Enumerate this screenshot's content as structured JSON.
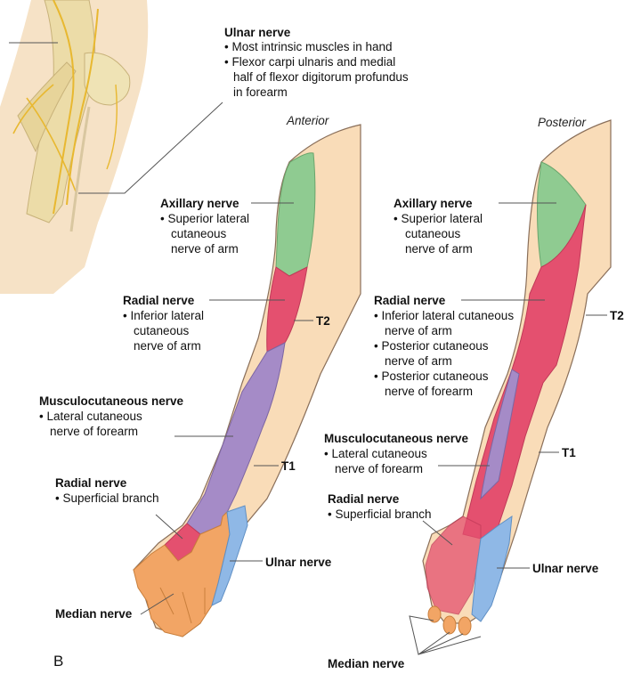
{
  "figure_label": "B",
  "views": {
    "anterior": "Anterior",
    "posterior": "Posterior"
  },
  "inset": {
    "title": "Ulnar nerve",
    "bullets": [
      "• Most intrinsic muscles in hand",
      "• Flexor carpi ulnaris and medial",
      "half of flexor digitorum profundus",
      "in forearm"
    ]
  },
  "anterior_labels": {
    "axillary": {
      "title": "Axillary nerve",
      "lines": [
        "• Superior lateral",
        "cutaneous",
        "nerve of arm"
      ]
    },
    "radial": {
      "title": "Radial nerve",
      "lines": [
        "• Inferior lateral",
        "cutaneous",
        "nerve of arm"
      ]
    },
    "musculocutaneous": {
      "title": "Musculocutaneous nerve",
      "lines": [
        "• Lateral cutaneous",
        "nerve of forearm"
      ]
    },
    "radial_superficial": {
      "title": "Radial nerve",
      "lines": [
        "• Superficial branch"
      ]
    },
    "median": "Median nerve",
    "ulnar": "Ulnar nerve",
    "t2": "T2",
    "t1": "T1"
  },
  "posterior_labels": {
    "axillary": {
      "title": "Axillary nerve",
      "lines": [
        "• Superior lateral",
        "cutaneous",
        "nerve of arm"
      ]
    },
    "radial": {
      "title": "Radial nerve",
      "lines": [
        "• Inferior lateral cutaneous",
        "nerve of arm",
        "• Posterior cutaneous",
        "nerve of arm",
        "• Posterior cutaneous",
        "nerve of forearm"
      ]
    },
    "musculocutaneous": {
      "title": "Musculocutaneous nerve",
      "lines": [
        "• Lateral cutaneous",
        "nerve of forearm"
      ]
    },
    "radial_superficial": {
      "title": "Radial nerve",
      "lines": [
        "• Superficial branch"
      ]
    },
    "median": "Median nerve",
    "ulnar": "Ulnar nerve",
    "t2": "T2",
    "t1": "T1"
  },
  "colors": {
    "skin": "#f9dcb8",
    "axillary": "#8fcb91",
    "radial": "#e4506f",
    "musculocutaneous": "#a58bc7",
    "median": "#f2a565",
    "ulnar": "#8fb8e6",
    "bone": "#ead9a3",
    "nerve": "#e8b830"
  }
}
